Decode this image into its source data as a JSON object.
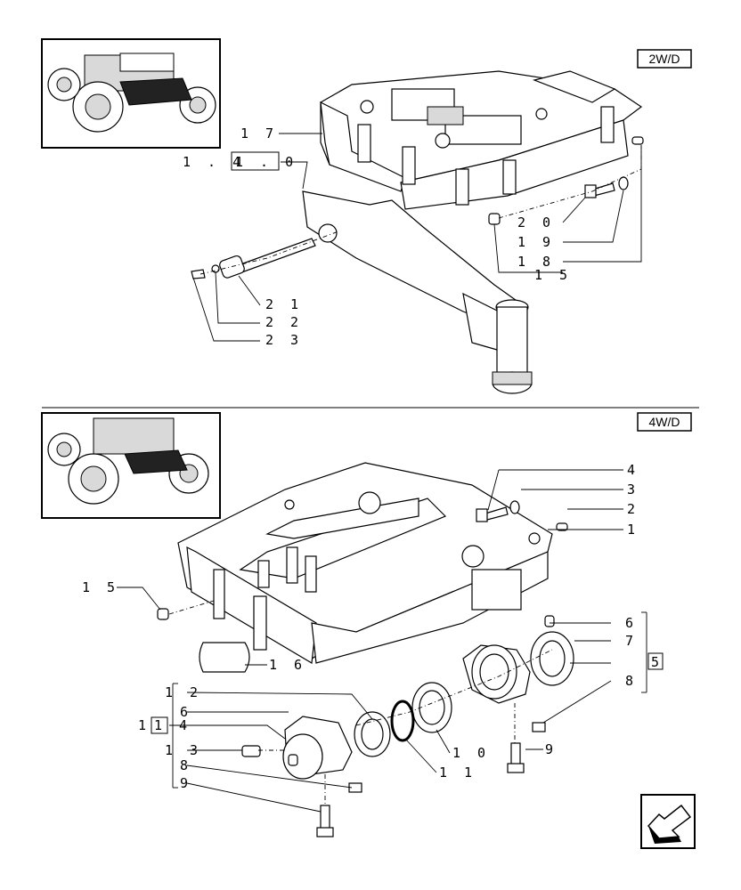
{
  "badges": {
    "top": "2W/D",
    "bottom": "4W/D"
  },
  "top_labels": {
    "p17": "1 7",
    "ref": "1 . 4",
    "ref_box": "1 . 0",
    "p20": "2 0",
    "p19": "1 9",
    "p18": "1 8",
    "p15": "1 5",
    "p21": "2 1",
    "p22": "2 2",
    "p23": "2 3"
  },
  "bottom_labels": {
    "p4": "4",
    "p3": "3",
    "p2": "2",
    "p1": "1",
    "p15": "1 5",
    "p16": "1 6",
    "p6a": "6",
    "p7": "7",
    "p5": "5",
    "p8a": "8",
    "p12": "1 2",
    "p6b": "6",
    "p14": "1 4",
    "p13": "1 3",
    "p8b": "8",
    "p9a": "9",
    "p10": "1 0",
    "p11": "1 1",
    "p9b": "9"
  },
  "icons": [
    "tractor-2wd-icon",
    "tractor-4wd-icon",
    "next-page-arrow-icon"
  ]
}
